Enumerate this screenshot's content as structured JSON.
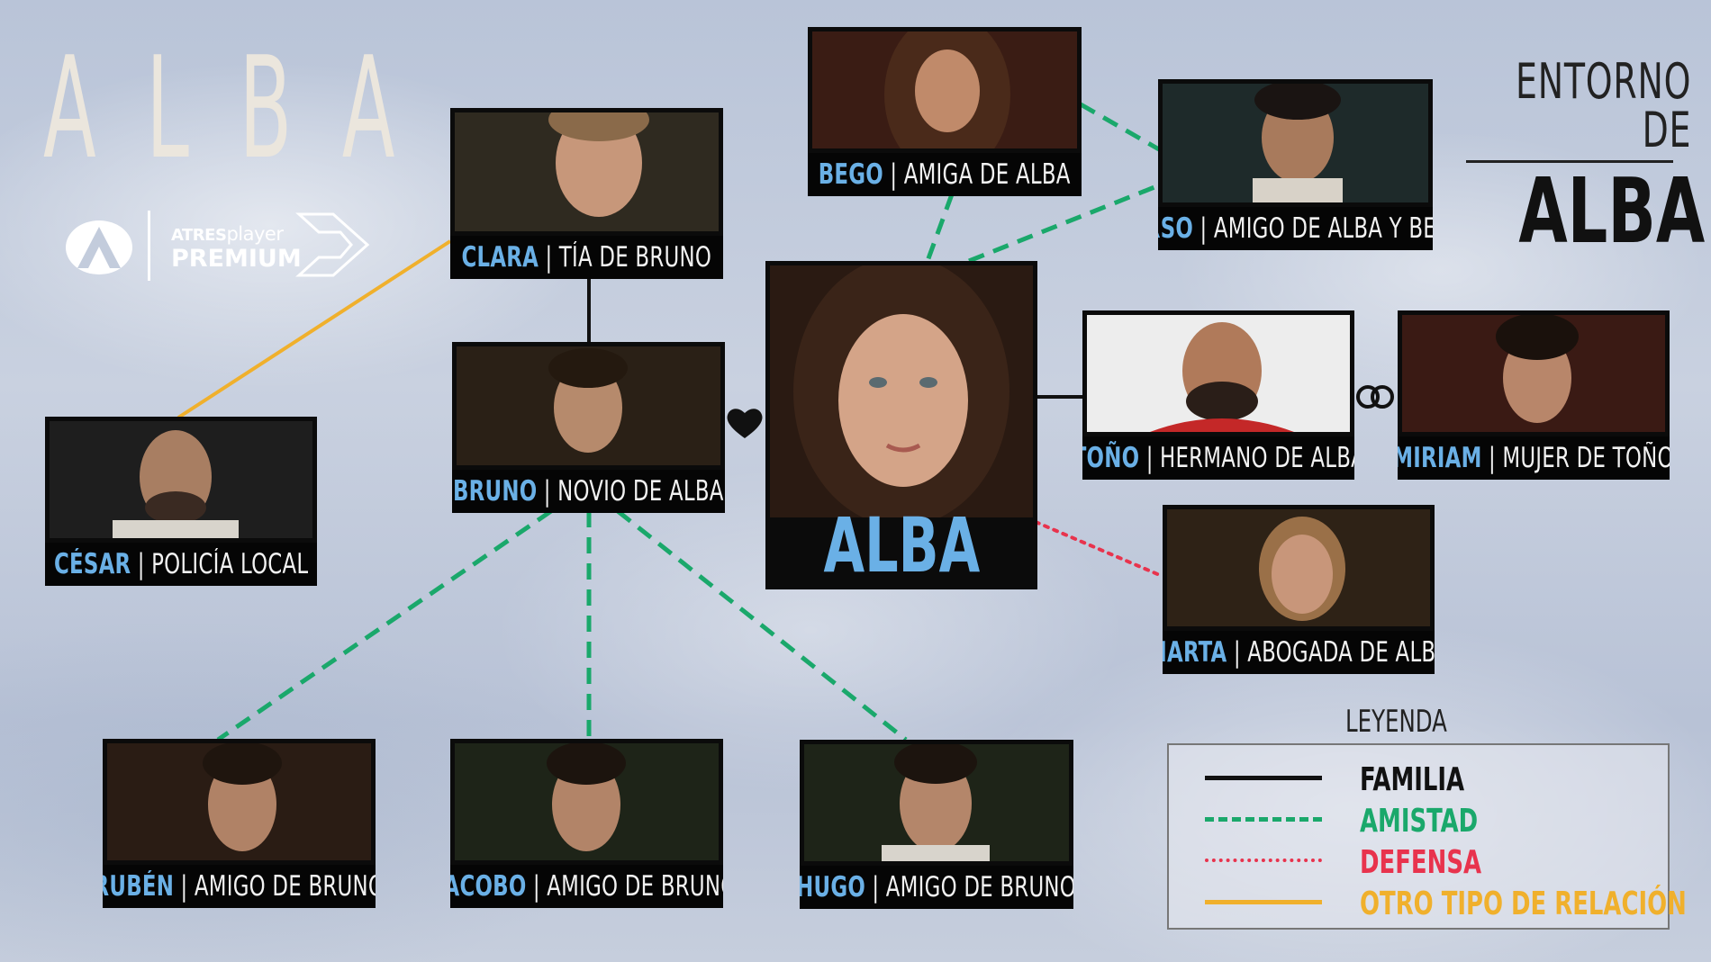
{
  "logo": {
    "letters": [
      "A",
      "L",
      "B",
      "A"
    ]
  },
  "brand": {
    "atres": "ATRES",
    "player": "player",
    "premium": "PREMIUM"
  },
  "header": {
    "line1": "ENTORNO DE",
    "line2": "ALBA"
  },
  "main": {
    "name": "ALBA"
  },
  "characters": {
    "bego": {
      "name": "BEGO",
      "role": "AMIGA DE ALBA"
    },
    "tirso": {
      "name": "TIRSO",
      "role": "AMIGO DE ALBA Y BEGO"
    },
    "clara": {
      "name": "CLARA",
      "role": "TÍA DE BRUNO"
    },
    "bruno": {
      "name": "BRUNO",
      "role": "NOVIO DE ALBA"
    },
    "cesar": {
      "name": "CÉSAR",
      "role": "POLICÍA LOCAL"
    },
    "tono": {
      "name": "TOÑO",
      "role": "HERMANO DE ALBA"
    },
    "miriam": {
      "name": "MIRIAM",
      "role": "MUJER DE TOÑO"
    },
    "marta": {
      "name": "MARTA",
      "role": "ABOGADA DE ALBA"
    },
    "ruben": {
      "name": "RUBÉN",
      "role": "AMIGO DE BRUNO"
    },
    "jacobo": {
      "name": "JACOBO",
      "role": "AMIGO DE BRUNO"
    },
    "hugo": {
      "name": "HUGO",
      "role": "AMIGO DE BRUNO"
    }
  },
  "legend": {
    "title": "LEYENDA",
    "items": [
      {
        "label": "FAMILIA",
        "color": "#111111",
        "style": "solid"
      },
      {
        "label": "AMISTAD",
        "color": "#1aa86b",
        "style": "dashed"
      },
      {
        "label": "DEFENSA",
        "color": "#e8334d",
        "style": "dotted"
      },
      {
        "label": "OTRO TIPO DE RELACIÓN",
        "color": "#f0b02c",
        "style": "solid"
      }
    ]
  },
  "colors": {
    "name_blue": "#6ab0e6",
    "card_black": "#0b0b0b"
  },
  "icons": {
    "bruno_alba": "heart-icon",
    "tono_miriam": "wedding-rings-icon"
  }
}
